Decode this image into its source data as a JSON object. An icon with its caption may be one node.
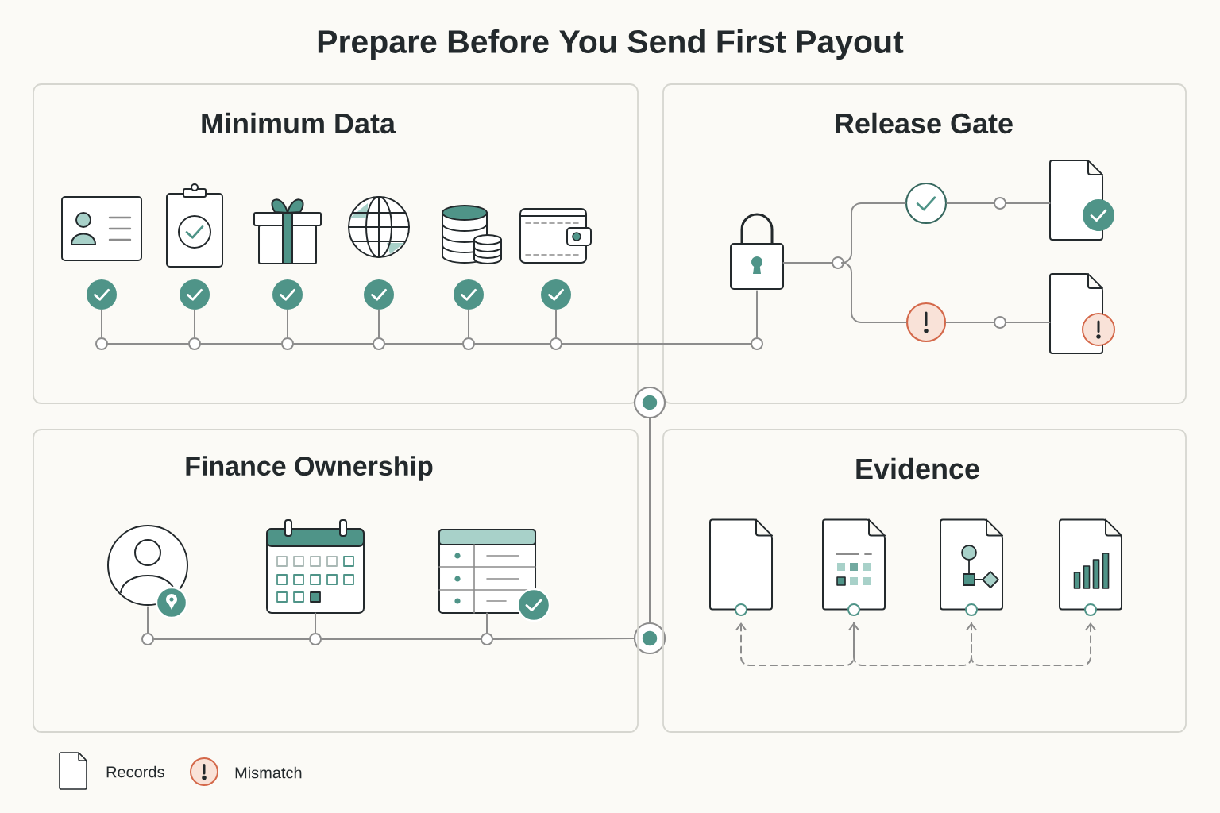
{
  "diagram": {
    "title": "Prepare Before You Send First Payout",
    "nodes": [
      {
        "text": [
          "Minimum Data"
        ]
      },
      {
        "text": [],
        "shape": "picture",
        "in": 0
      },
      {
        "text": [],
        "shape": "picture",
        "in": 0
      },
      {
        "text": [],
        "shape": "box",
        "in": 0
      },
      {
        "text": [],
        "shape": "picture",
        "in": 0
      },
      {
        "text": [],
        "shape": "picture",
        "in": 0
      },
      {
        "text": [],
        "shape": "picture",
        "in": 0
      },
      {
        "text": [],
        "shape": "circle",
        "in": 0
      },
      {
        "text": [],
        "shape": "circle",
        "in": 0
      },
      {
        "text": [],
        "shape": "circle",
        "in": 0
      },
      {
        "text": [],
        "shape": "circle",
        "in": 0
      },
      {
        "text": [],
        "shape": "circle",
        "in": 0
      },
      {
        "text": [],
        "shape": "circle",
        "in": 0
      },
      {
        "text": [],
        "shape": "circle",
        "in": 0
      },
      {
        "text": [],
        "shape": "circle",
        "in": 0
      },
      {
        "text": [],
        "shape": "circle",
        "in": 0
      },
      {
        "text": [],
        "shape": "circle",
        "in": 0
      },
      {
        "text": [],
        "shape": "circle",
        "in": 0
      },
      {
        "text": [],
        "shape": "circle",
        "in": 0
      },
      {
        "text": [
          "Release Gate"
        ]
      },
      {
        "text": [],
        "shape": "picture",
        "in": 19
      },
      {
        "text": [],
        "shape": "circle",
        "in": 19
      },
      {
        "text": [],
        "shape": "circle",
        "in": 19
      },
      {
        "text": [],
        "shape": "circle",
        "in": 19
      },
      {
        "text": [],
        "shape": "circle",
        "in": 19
      },
      {
        "text": [],
        "shape": "circle",
        "in": 19
      },
      {
        "text": [],
        "shape": "circle",
        "in": 19
      },
      {
        "text": [],
        "shape": "picture",
        "in": 19
      },
      {
        "text": [],
        "shape": "picture",
        "in": 19
      },
      {
        "text": [],
        "shape": "circle"
      },
      {
        "text": [],
        "shape": "circle"
      },
      {
        "text": [
          "Finance Ownership"
        ]
      },
      {
        "text": [],
        "shape": "picture",
        "in": 31
      },
      {
        "text": [],
        "shape": "picture",
        "in": 31
      },
      {
        "text": [],
        "shape": "picture",
        "in": 31
      },
      {
        "text": [],
        "shape": "circle",
        "in": 31
      },
      {
        "text": [],
        "shape": "circle",
        "in": 31
      },
      {
        "text": [],
        "shape": "circle",
        "in": 31
      },
      {
        "text": [
          "Evidence"
        ]
      },
      {
        "text": [],
        "shape": "document",
        "in": 38
      },
      {
        "text": [],
        "shape": "picture",
        "in": 38
      },
      {
        "text": [],
        "shape": "picture",
        "in": 38
      },
      {
        "text": [],
        "shape": "picture",
        "in": 38
      }
    ],
    "edges": [
      {
        "from": 7,
        "to": 13,
        "arrow": "none"
      },
      {
        "from": 8,
        "to": 14,
        "arrow": "none"
      },
      {
        "from": 9,
        "to": 15,
        "arrow": "none"
      },
      {
        "from": 10,
        "to": 16,
        "arrow": "none"
      },
      {
        "from": 11,
        "to": 17,
        "arrow": "none"
      },
      {
        "from": 12,
        "to": 18,
        "arrow": "none"
      },
      {
        "from": 13,
        "to": 14,
        "arrow": "none"
      },
      {
        "from": 14,
        "to": 15,
        "arrow": "none"
      },
      {
        "from": 15,
        "to": 16,
        "arrow": "none"
      },
      {
        "from": 16,
        "to": 17,
        "arrow": "none"
      },
      {
        "from": 17,
        "to": 18,
        "arrow": "none"
      },
      {
        "from": 18,
        "to": 21,
        "arrow": "none"
      },
      {
        "from": 21,
        "to": 20,
        "arrow": "none"
      },
      {
        "from": 20,
        "to": 22,
        "arrow": "none"
      },
      {
        "from": 22,
        "to": 23,
        "arrow": "none"
      },
      {
        "from": 22,
        "to": 24,
        "arrow": "none"
      },
      {
        "from": 23,
        "to": 25,
        "arrow": "none"
      },
      {
        "from": 25,
        "to": 27,
        "arrow": "none"
      },
      {
        "from": 24,
        "to": 26,
        "arrow": "none"
      },
      {
        "from": 26,
        "to": 28,
        "arrow": "none"
      },
      {
        "from": 29,
        "to": 30,
        "arrow": "none"
      },
      {
        "from": 32,
        "to": 35,
        "arrow": "none"
      },
      {
        "from": 33,
        "to": 36,
        "arrow": "none"
      },
      {
        "from": 34,
        "to": 37,
        "arrow": "none"
      },
      {
        "from": 35,
        "to": 36,
        "arrow": "none"
      },
      {
        "from": 36,
        "to": 37,
        "arrow": "none"
      },
      {
        "from": 37,
        "to": 30,
        "arrow": "none"
      },
      {
        "from": 39,
        "to": 40,
        "arrow": "both",
        "style": "dashed"
      },
      {
        "from": 40,
        "to": 41,
        "arrow": "to",
        "style": "dashed"
      },
      {
        "from": 41,
        "to": 42,
        "arrow": "to",
        "style": "dashed"
      }
    ],
    "legend": [
      {
        "text": "Records"
      },
      {
        "text": "Mismatch"
      }
    ]
  }
}
